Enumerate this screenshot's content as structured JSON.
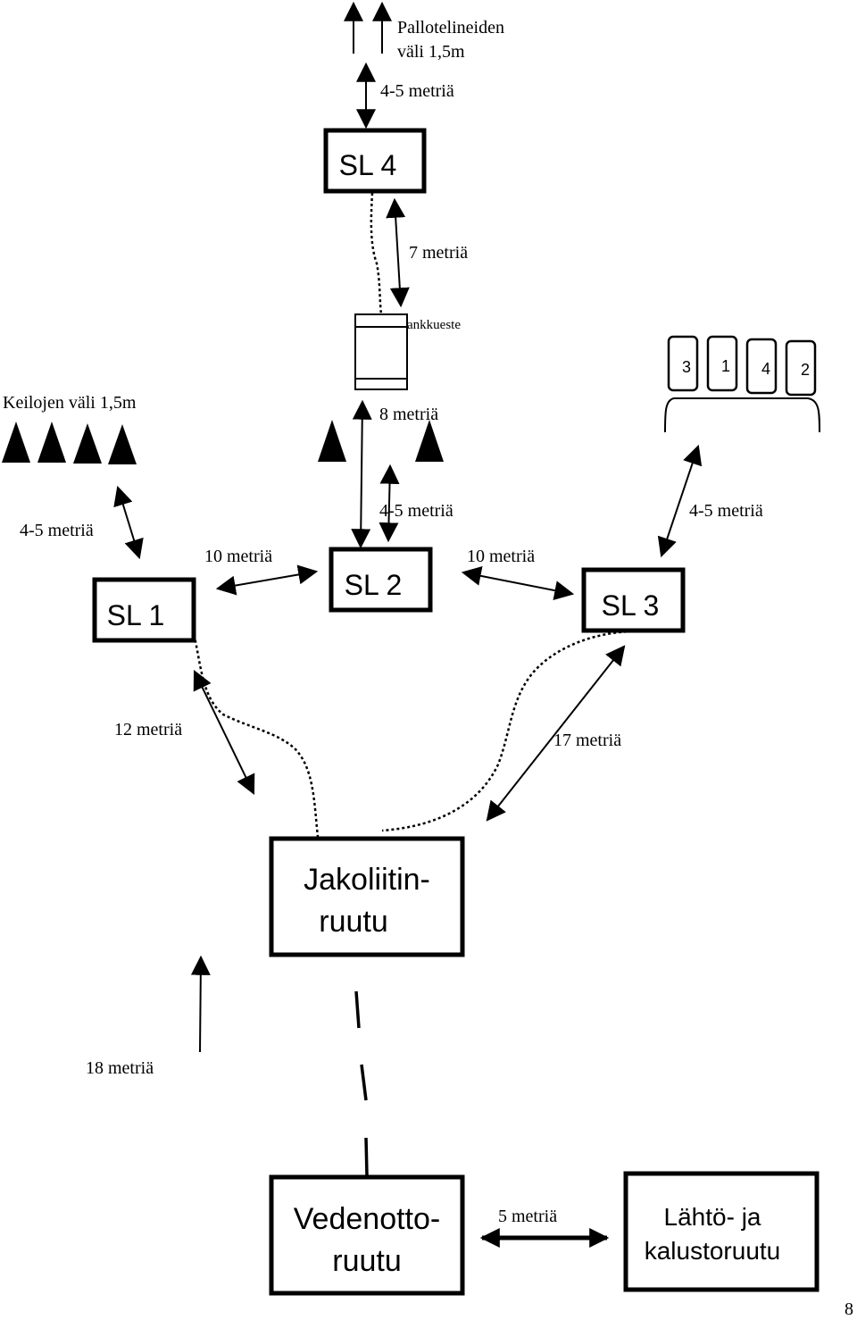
{
  "labels": {
    "pallotelineiden_line1": "Pallotelineiden",
    "pallotelineiden_line2": "väli 1,5m",
    "top_dist": "4-5 metriä",
    "sl4_dist": "7 metriä",
    "plank_label": "ankkueste",
    "keilojen": "Keilojen väli 1,5m",
    "plank_dist": "8 metriä",
    "sl1_dist_top": "4-5 metriä",
    "sl2_dist_top": "4-5 metriä",
    "sl3_dist_top": "4-5 metriä",
    "sl1_sl2_dist": "10 metriä",
    "sl2_sl3_dist": "10 metriä",
    "sl1_jako_dist": "12 metriä",
    "sl3_jako_dist": "17 metriä",
    "jako_vede_dist": "18 metriä",
    "vede_lahto_dist": "5 metriä",
    "page_number": "8"
  },
  "stations": {
    "sl4": "SL 4",
    "sl1": "SL 1",
    "sl2": "SL 2",
    "sl3": "SL 3"
  },
  "boxes": {
    "jako_line1": "Jakoliitin-",
    "jako_line2": "ruutu",
    "vede_line1": "Vedenotto-",
    "vede_line2": "ruutu",
    "lahto_line1": "Lähtö- ja",
    "lahto_line2": "kalustoruutu"
  },
  "targets": [
    "3",
    "1",
    "4",
    "2"
  ]
}
